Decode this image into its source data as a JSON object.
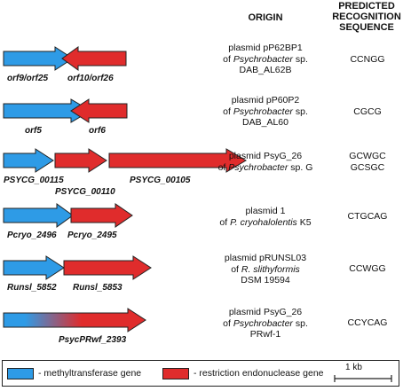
{
  "headers": {
    "origin": "ORIGIN",
    "sequence": "PREDICTED RECOGNITION SEQUENCE"
  },
  "colors": {
    "methyltransferase": "#2e9be6",
    "endonuclease": "#e02c2c",
    "outline": "#222222"
  },
  "rows": [
    {
      "genes": [
        {
          "label": "orf9/orf25"
        },
        {
          "label": "orf10/orf26"
        }
      ],
      "origin": {
        "line1": "plasmid pP62BP1",
        "line2_pre": "of ",
        "line2_it": "Psychrobacter",
        "line2_post": " sp.",
        "line3": "DAB_AL62B"
      },
      "sequence": {
        "line1": "CCNGG",
        "line2": ""
      }
    },
    {
      "genes": [
        {
          "label": "orf5"
        },
        {
          "label": "orf6"
        }
      ],
      "origin": {
        "line1": "plasmid pP60P2",
        "line2_pre": "of ",
        "line2_it": "Psychrobacter",
        "line2_post": " sp.",
        "line3": "DAB_AL60"
      },
      "sequence": {
        "line1": "CGCG",
        "line2": ""
      }
    },
    {
      "genes": [
        {
          "label": "PSYCG_00115"
        },
        {
          "label": "PSYCG_00110"
        },
        {
          "label": "PSYCG_00105"
        }
      ],
      "origin": {
        "line1": "plasmid PsyG_26",
        "line2_pre": "of ",
        "line2_it": "Psychrobacter",
        "line2_post": " sp. G",
        "line3": ""
      },
      "sequence": {
        "line1": "GCWGC",
        "line2": "GCSGC"
      }
    },
    {
      "genes": [
        {
          "label": "Pcryo_2496"
        },
        {
          "label": "Pcryo_2495"
        }
      ],
      "origin": {
        "line1": "plasmid 1",
        "line2_pre": "of ",
        "line2_it": "P. cryohalolentis",
        "line2_post": " K5",
        "line3": ""
      },
      "sequence": {
        "line1": "CTGCAG",
        "line2": ""
      }
    },
    {
      "genes": [
        {
          "label": "Runsl_5852"
        },
        {
          "label": "Runsl_5853"
        }
      ],
      "origin": {
        "line1": "plasmid pRUNSL03",
        "line2_pre": "of ",
        "line2_it": "R. slithyformis",
        "line2_post": "",
        "line3": "DSM 19594"
      },
      "sequence": {
        "line1": "CCWGG",
        "line2": ""
      }
    },
    {
      "genes": [
        {
          "label": "PsycPRwf_2393"
        }
      ],
      "origin": {
        "line1": "plasmid PsyG_26",
        "line2_pre": "of ",
        "line2_it": "Psychrobacter",
        "line2_post": " sp.",
        "line3": "PRwf-1"
      },
      "sequence": {
        "line1": "CCYCAG",
        "line2": ""
      }
    }
  ],
  "legend": {
    "methyltransferase": "- methyltransferase gene",
    "endonuclease": "- restriction endonuclease gene",
    "scale": "1 kb"
  }
}
